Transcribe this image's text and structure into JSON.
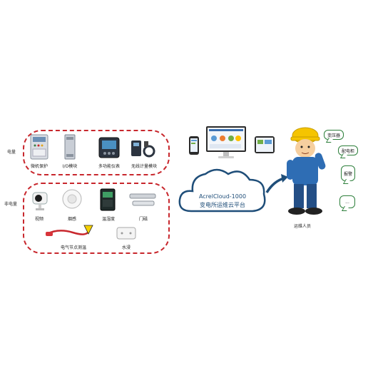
{
  "sections": {
    "electric_label": "电量",
    "non_electric_label": "非电量"
  },
  "electric_devices": [
    {
      "label": "微机保护",
      "icon": "protection-relay-icon"
    },
    {
      "label": "I/O模块",
      "icon": "io-module-icon"
    },
    {
      "label": "多功能仪表",
      "icon": "multifunction-meter-icon"
    },
    {
      "label": "无线计量模块",
      "icon": "wireless-meter-module-icon"
    }
  ],
  "non_electric_devices": [
    {
      "label": "视频",
      "icon": "camera-icon"
    },
    {
      "label": "烟感",
      "icon": "smoke-detector-icon"
    },
    {
      "label": "温湿度",
      "icon": "temp-humidity-icon"
    },
    {
      "label": "门磁",
      "icon": "door-sensor-icon"
    },
    {
      "label": "电气节点测温",
      "icon": "temperature-probe-icon"
    },
    {
      "label": "水浸",
      "icon": "water-sensor-icon"
    }
  ],
  "cloud": {
    "line1": "AcrelCloud-1000",
    "line2": "变电所运维云平台"
  },
  "worker": {
    "label": "运维人员",
    "bubbles": [
      "变压器",
      "配电柜",
      "报警",
      "..."
    ]
  },
  "colors": {
    "dash": "#c8272d",
    "cloud_stroke": "#1f4e79",
    "bubble_border": "#2d7f3b",
    "worker_uniform": "#2e6db4",
    "helmet": "#f5c400"
  }
}
